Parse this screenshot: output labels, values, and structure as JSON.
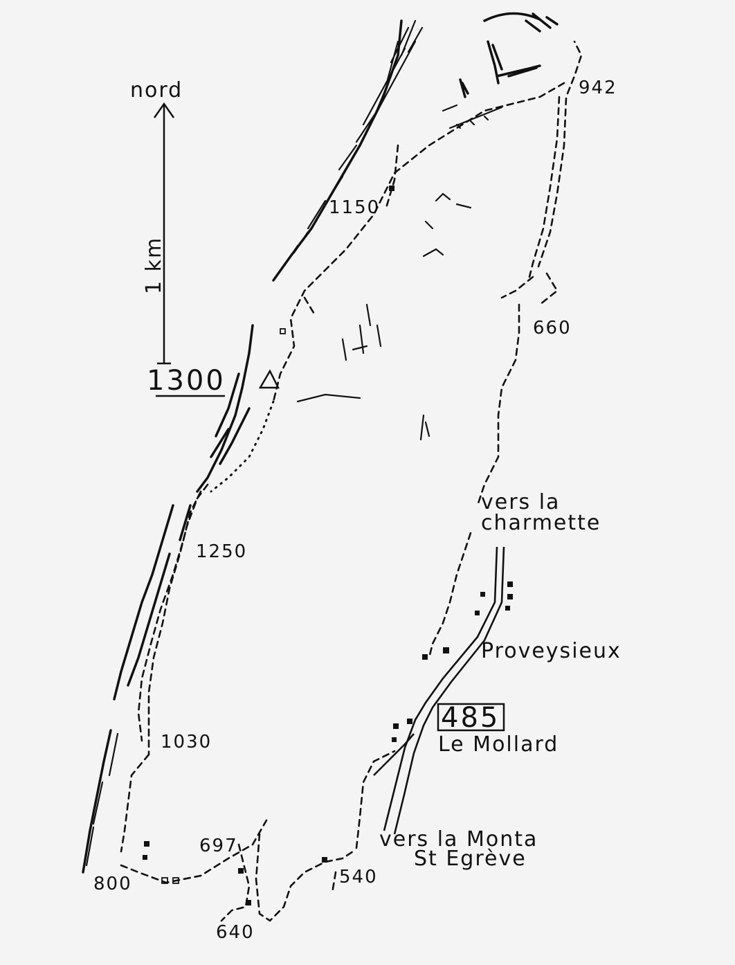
{
  "compass": {
    "label": "nord"
  },
  "scale": {
    "label": "1 km"
  },
  "summit": {
    "altitude": "1300"
  },
  "points": {
    "p942": "942",
    "p1150": "1150",
    "p660": "660",
    "p1250": "1250",
    "p1030": "1030",
    "p697": "697",
    "p800": "800",
    "p540": "540",
    "p640": "640"
  },
  "places": {
    "start_altitude": "485",
    "village": "Le Mollard",
    "town": "Proveysieux",
    "to_charmette_1": "vers la",
    "to_charmette_2": "charmette",
    "to_monta_1": "vers la Monta",
    "to_monta_2": "St Egrève"
  },
  "colors": {
    "ink": "#111111",
    "paper": "#f4f4f4"
  }
}
